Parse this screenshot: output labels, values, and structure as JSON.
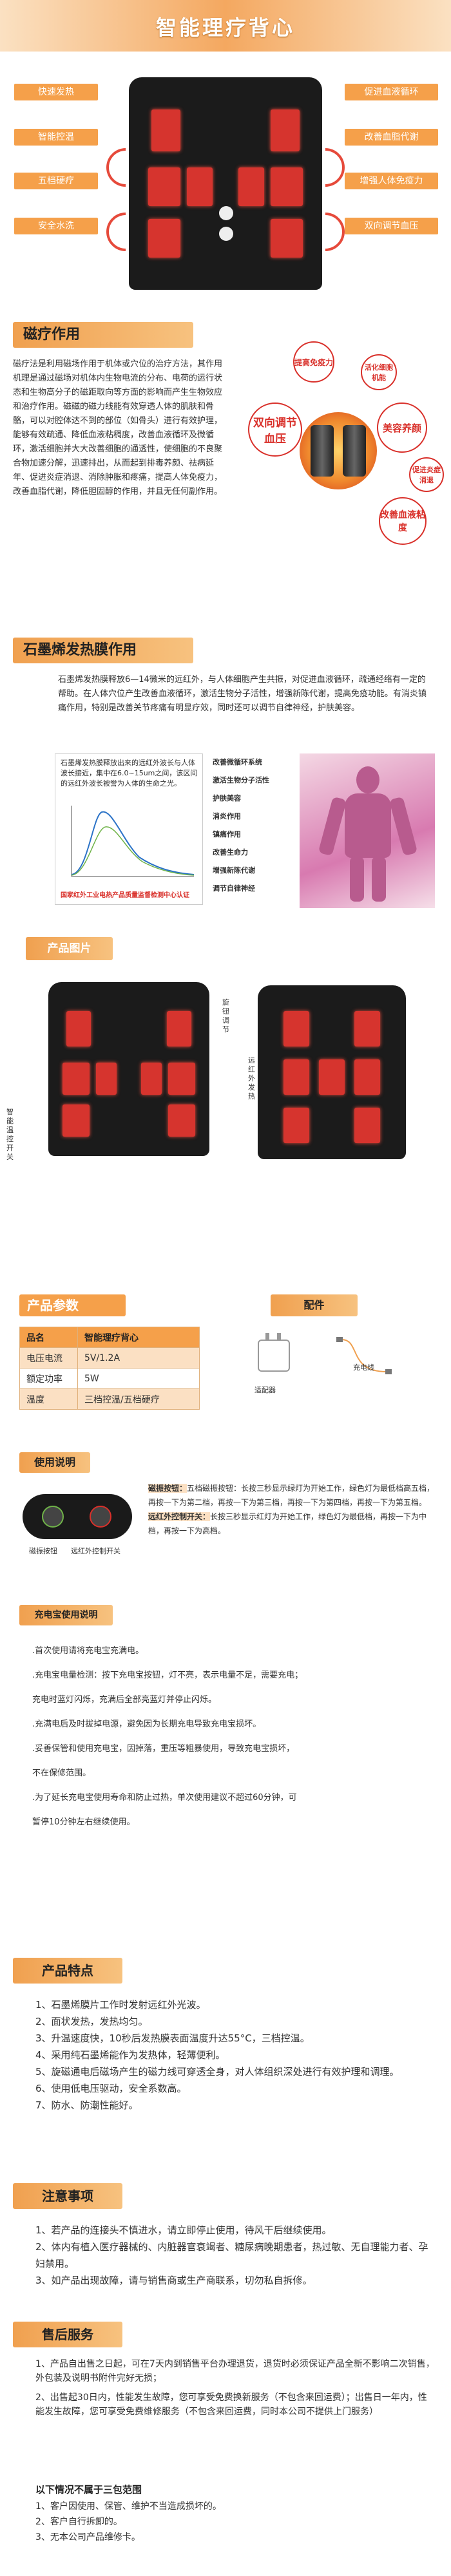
{
  "header": {
    "title": "智能理疗背心"
  },
  "hero": {
    "left_tags": [
      "快速发热",
      "智能控温",
      "五档硬疗",
      "安全水洗"
    ],
    "right_tags": [
      "促进血液循环",
      "改善血脂代谢",
      "增强人体免疫力",
      "双向调节血压"
    ]
  },
  "magnet": {
    "heading": "磁疗作用",
    "text": "磁疗法是利用磁场作用于机体或穴位的治疗方法，其作用机理是通过磁场对机体内生物电流的分布、电荷的运行状态和生物高分子的磁距取向等方面的影响而产生生物效应和治疗作用。磁磁的磁力线能有效穿透人体的肌肤和骨骼，可以对腔体达不到的部位（如骨头）进行有效护理，能够有效疏通、降低血液粘稠度，改善血液循环及微循环，激活细胞并大大改善细胞的通透性，使细胞的不良聚合物加速分解，迅速排出，从而起到排毒养颜、祛病延年、促进炎症消退、消除肿胀和疼痛，提高人体免疫力，改善血脂代谢，降低胆固醇的作用，并且无任何副作用。",
    "circles": [
      "提高免疫力",
      "活化细胞机能",
      "双向调节血压",
      "美容养颜",
      "促进炎症消退",
      "改善血液粘度"
    ]
  },
  "graphene": {
    "heading": "石墨烯发热膜作用",
    "text": "石墨烯发热膜释放6—14微米的远红外，与人体细胞产生共振，对促进血液循环，疏通经络有一定的帮助。在人体穴位产生改善血液循环，激活生物分子活性，增强新陈代谢，提高免疫功能。有消炎镇痛作用，特别是改善关节疼痛有明显疗效，同时还可以调节自律神经，护肤美容。",
    "chart_caption": "石墨烯发热膜释放出来的远红外波长与人体波长接近，集中在6.0~15um之间，该区间的远红外波长被誉为人体的生命之光。",
    "chart_footer": "国家红外工业电热产品质量监督检测中心认证",
    "benefits": [
      "改善微循环系统",
      "激活生物分子活性",
      "护肤美容",
      "消炎作用",
      "镇痛作用",
      "改善生命力",
      "增强新陈代谢",
      "调节自律神经"
    ]
  },
  "product_images": {
    "heading": "产品图片",
    "labels": [
      "智能温控开关",
      "旋钮调节",
      "远红外发热"
    ]
  },
  "params": {
    "heading": "产品参数",
    "accessories_heading": "配件",
    "rows": [
      [
        "品名",
        "智能理疗背心"
      ],
      [
        "电压电流",
        "5V/1.2A"
      ],
      [
        "额定功率",
        "5W"
      ],
      [
        "温度",
        "三档控温/五档硬疗"
      ]
    ],
    "accessories": [
      "适配器",
      "充电线"
    ]
  },
  "usage": {
    "heading": "使用说明",
    "remote_labels": [
      "磁振按钮",
      "远红外控制开关"
    ],
    "text1_label": "磁振按钮：",
    "text1": "五档磁振按钮：长按三秒显示绿灯为开始工作，绿色灯为最低档高五档，再按一下为第二档，再按一下为第三档，再按一下为第四档，再按一下为第五档。",
    "text2_label": "远红外控制开关：",
    "text2": "长按三秒显示红灯为开始工作，绿色灯为最低档，再按一下为中档，再按一下为高档。"
  },
  "charging": {
    "heading": "充电宝使用说明",
    "lines": [
      ".首次使用请将充电宝充满电。",
      ".充电宝电量检测：按下充电宝按钮，灯不亮，表示电量不足，需要充电；",
      "充电时蓝灯闪烁，充满后全部亮蓝灯并停止闪烁。",
      ".充满电后及时拔掉电源，避免因为长期充电导致充电宝损坏。",
      ".妥善保管和使用充电宝，因掉落，重压等粗暴使用，导致充电宝损坏，",
      "不在保修范围。",
      ".为了延长充电宝使用寿命和防止过热，单次使用建议不超过60分钟，可",
      "暂停10分钟左右继续使用。"
    ]
  },
  "features": {
    "heading": "产品特点",
    "items": [
      "1、石墨烯膜片工作时发射远红外光波。",
      "2、面状发热，发热均匀。",
      "3、升温速度快，10秒后发热膜表面温度升达55°C，三档控温。",
      "4、采用纯石墨烯能作为发热体，轻薄便利。",
      "5、旋磁通电后磁场产生的磁力线可穿透全身，对人体组织深处进行有效护理和调理。",
      "6、使用低电压驱动，安全系数高。",
      "7、防水、防潮性能好。"
    ]
  },
  "notice": {
    "heading": "注意事项",
    "items": [
      "1、若产品的连接头不慎进水，请立即停止使用，待风干后继续使用。",
      "2、体内有植入医疗器械的、内脏器官衰竭者、糖尿病晚期患者，热过敏、无自理能力者、孕妇禁用。",
      "3、如产品出现故障，请与销售商或生产商联系，切勿私自拆修。"
    ]
  },
  "after_sales": {
    "heading": "售后服务",
    "items": [
      "1、产品自出售之日起，可在7天内到销售平台办理退货，退货时必须保证产品全新不影响二次销售，外包装及说明书附件完好无损；",
      "2、出售起30日内，性能发生故障，您可享受免费换新服务（不包含来回运费）；出售日一年内，性能发生故障，您可享受免费维修服务（不包含来回运费，同时本公司不提供上门服务）"
    ],
    "exclusions_title": "以下情况不属于三包范围",
    "exclusions": [
      "1、客户因使用、保管、维护不当造成损坏的。",
      "2、客户自行拆卸的。",
      "3、无本公司产品维修卡。"
    ]
  }
}
